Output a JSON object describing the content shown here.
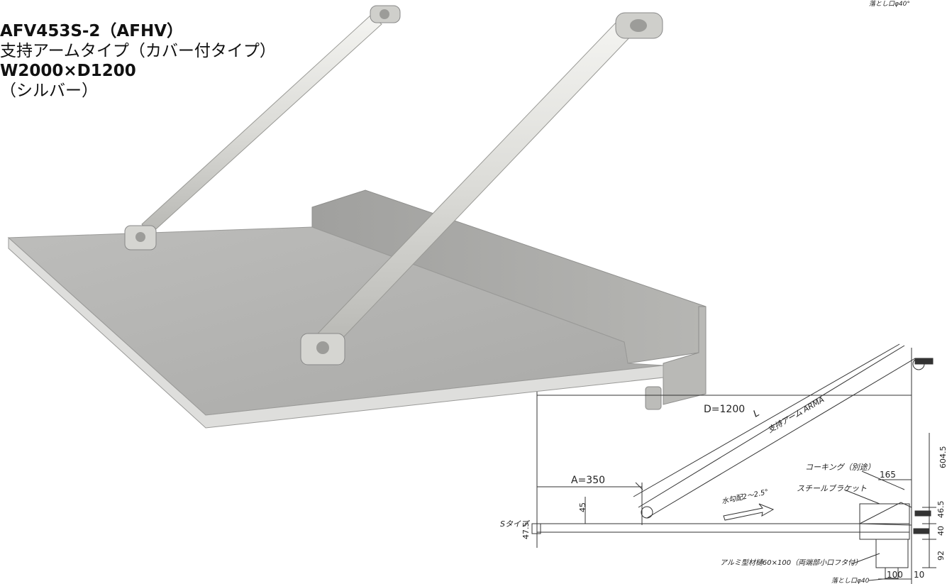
{
  "product": {
    "model": "AFV453S-2（AFHV）",
    "type": "支持アームタイプ（カバー付タイプ）",
    "size": "W2000×D1200",
    "color": "（シルバー）"
  },
  "drawing": {
    "top_note": "落とし口φ40°",
    "d_dimension": "D=1200",
    "a_dimension": "A=350",
    "arm_length_label": "L",
    "arm_label": "支持アーム ARMA",
    "caulking_label": "コーキング（別途）",
    "steel_bracket_label": "スチールブラケット",
    "slope_label": "水勾配2～2.5°",
    "s_type_label": "Sタイプ",
    "gutter_label": "アルミ型材樋60×100（両端部小口フタ付）",
    "drain_label": "落とし口φ40",
    "dims": {
      "d165": "165",
      "d45": "45",
      "d47_5": "47.5",
      "d604_5": "604.5",
      "d46_5": "46.5",
      "d40": "40",
      "d92": "92",
      "d100": "100",
      "d10": "10"
    }
  },
  "colors": {
    "panel_top": "#b3b3b1",
    "panel_edge": "#d9d9d7",
    "arm": "#e8e8e4",
    "line": "#333333"
  }
}
